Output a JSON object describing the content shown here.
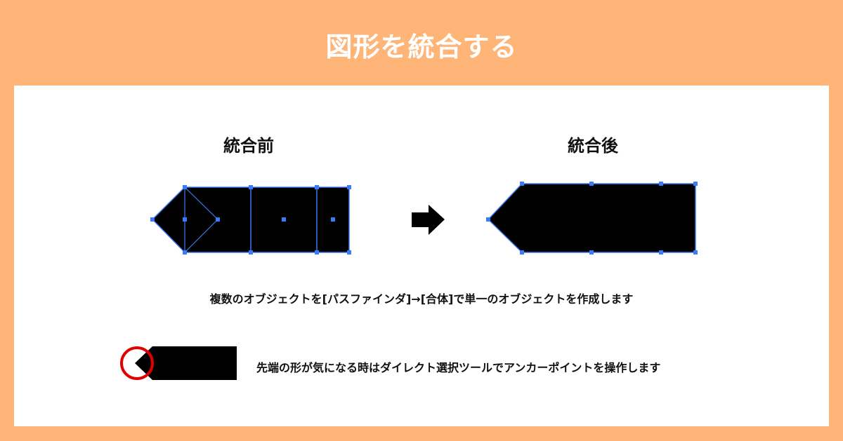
{
  "title": "図形を統合する",
  "before_label": "統合前",
  "after_label": "統合後",
  "description": "複数のオブジェクトを[パスファインダ]→[合体]で単一のオブジェクトを作成します",
  "tip": "先端の形が気になる時はダイレクト選択ツールでアンカーポイントを操作します",
  "colors": {
    "background": "#FFB478",
    "anchor": "#3B7BF5",
    "highlight": "#E00000"
  }
}
